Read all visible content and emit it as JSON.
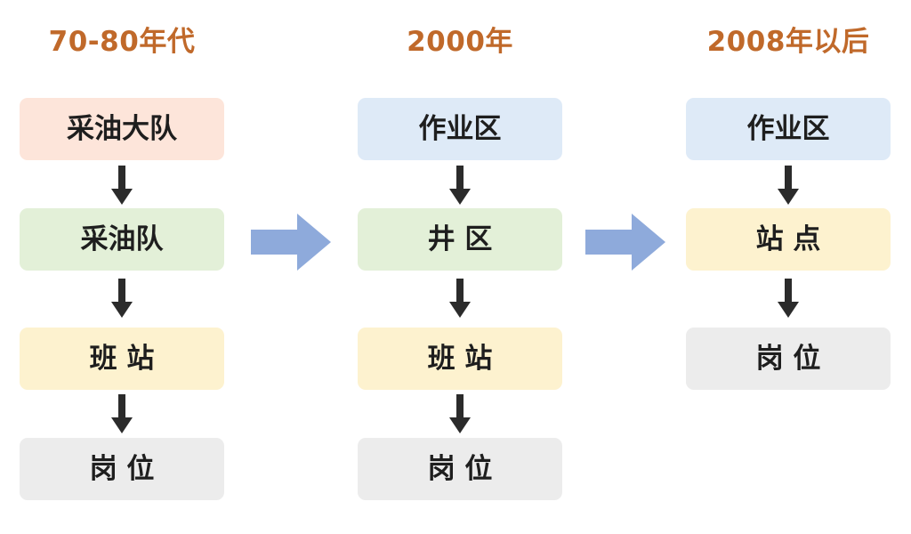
{
  "columns": [
    {
      "title": "70-80年代",
      "boxes": [
        "采油大队",
        "采油队",
        "班 站",
        "岗 位"
      ]
    },
    {
      "title": "2000年",
      "boxes": [
        "作业区",
        "井 区",
        "班 站",
        "岗 位"
      ]
    },
    {
      "title": "2008年以后",
      "boxes": [
        "作业区",
        "站 点",
        "岗 位"
      ]
    }
  ],
  "colors": {
    "title_text": "#c0692a",
    "box_pink": "#fde5da",
    "box_blue": "#deeaf7",
    "box_green": "#e3f0d8",
    "box_yellow": "#fdf2cf",
    "box_gray": "#ececec",
    "down_arrow": "#2b2b2b",
    "transition_arrow": "#8eaadb"
  }
}
